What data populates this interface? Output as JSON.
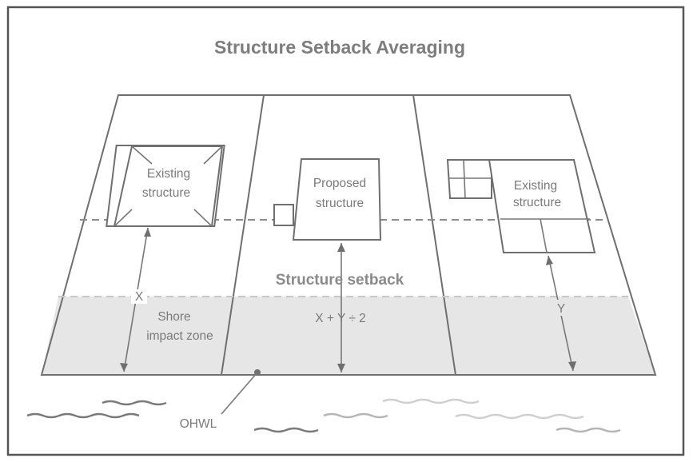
{
  "title": "Structure Setback Averaging",
  "labels": {
    "existing_left": [
      "Existing",
      "structure"
    ],
    "proposed": [
      "Proposed",
      "structure"
    ],
    "existing_right": [
      "Existing",
      "structure"
    ],
    "structure_setback": "Structure setback",
    "shore_impact_zone": [
      "Shore",
      "impact zone"
    ],
    "x": "X",
    "y": "Y",
    "formula": "X + Y ÷ 2",
    "ohwl": "OHWL"
  },
  "colors": {
    "border": "#6f6f6f",
    "shore_zone_fill": "#e6e6e6",
    "text": "#7a7a7a",
    "water_waves": [
      "#7a7a7a",
      "#b5b5b5",
      "#cfcfcf"
    ]
  }
}
